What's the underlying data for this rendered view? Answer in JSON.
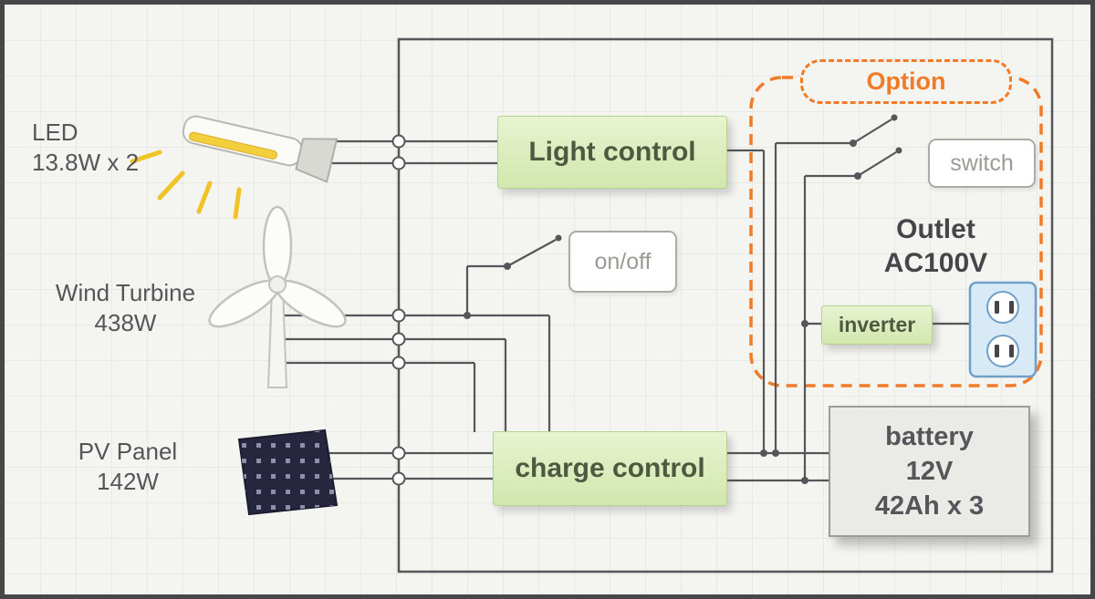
{
  "labels": {
    "led": "LED",
    "led_power": "13.8W x 2",
    "wind": "Wind Turbine",
    "wind_power": "438W",
    "pv": "PV Panel",
    "pv_power": "142W",
    "light_control": "Light control",
    "on_off": "on/off",
    "charge_control": "charge control",
    "option": "Option",
    "switch": "switch",
    "outlet": "Outlet",
    "outlet_voltage": "AC100V",
    "inverter": "inverter",
    "battery": "battery",
    "battery_voltage": "12V",
    "battery_capacity": "42Ah x 3"
  },
  "colors": {
    "wire": "#55565a",
    "box_green": "#d9ecba",
    "accent_orange": "#f07b28",
    "battery_gray": "#eaeae6",
    "outlet_blue": "#6f9fc6",
    "led_yellow": "#f0c428",
    "pv_dark": "#26263f"
  }
}
